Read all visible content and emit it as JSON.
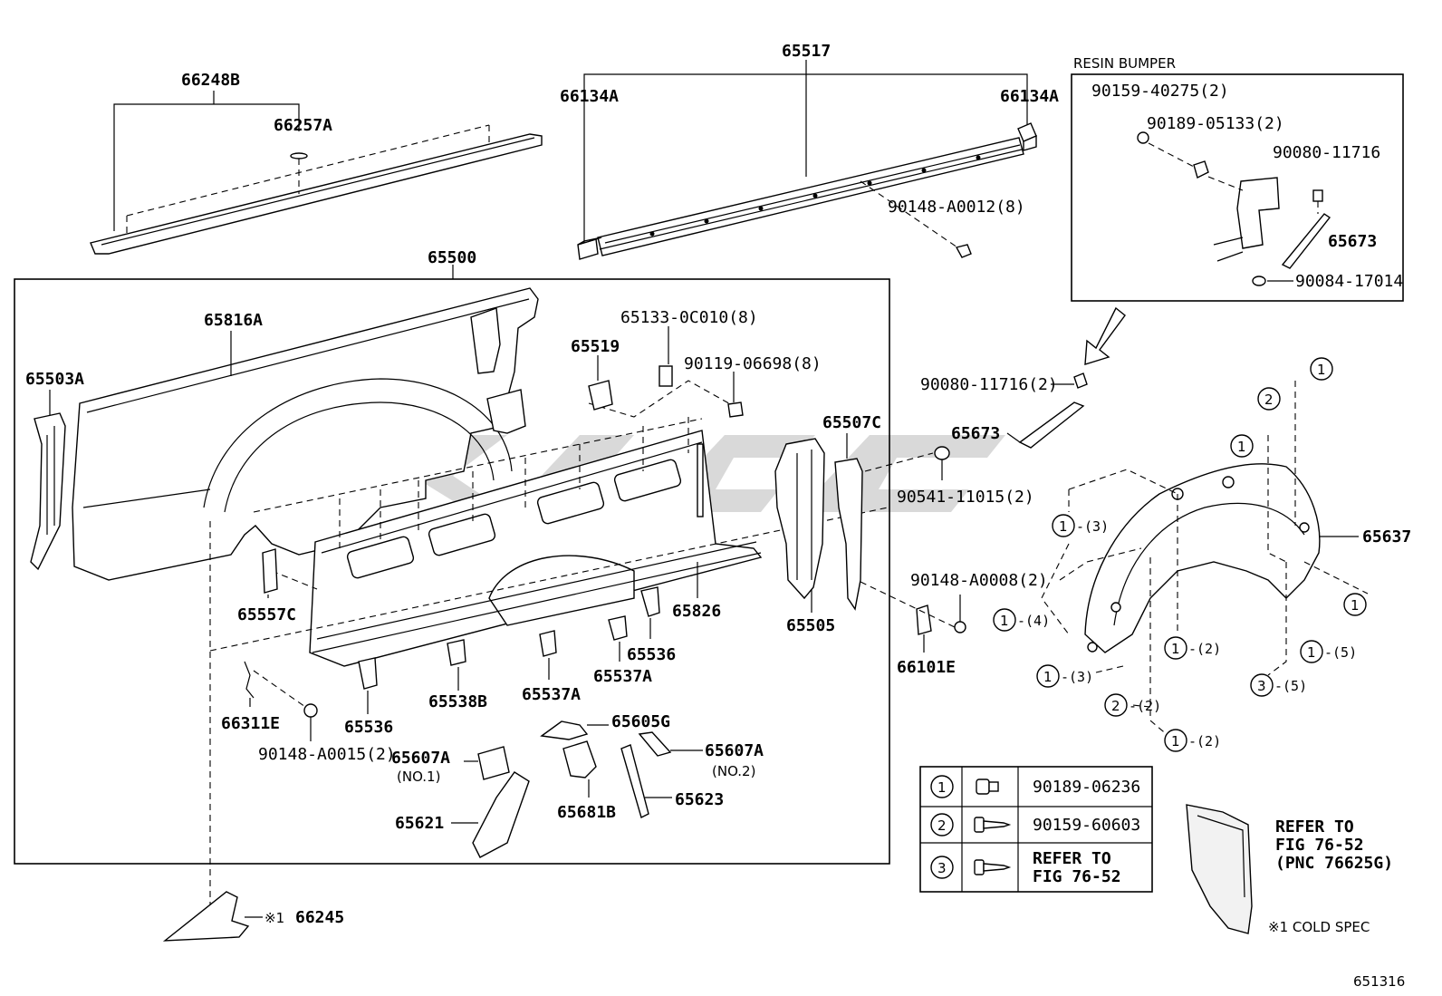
{
  "diagram": {
    "figure_number": "651316",
    "cold_spec_note": "※1 COLD SPEC",
    "resin_bumper_title": "RESIN BUMPER",
    "labels": {
      "p66248B": "66248B",
      "p66257A": "66257A",
      "p65517": "65517",
      "p66134A_l": "66134A",
      "p66134A_r": "66134A",
      "p90148_A0012": "90148-A0012(8)",
      "p65500": "65500",
      "p65816A": "65816A",
      "p65503A": "65503A",
      "p65133": "65133-0C010(8)",
      "p65519": "65519",
      "p90119": "90119-06698(8)",
      "p65507C": "65507C",
      "p90080_2": "90080-11716(2)",
      "p65673": "65673",
      "p90541": "90541-11015(2)",
      "p65557C": "65557C",
      "p65826": "65826",
      "p65505": "65505",
      "p90148_A0008": "90148-A0008(2)",
      "p66101E": "66101E",
      "p65536_r": "65536",
      "p65537A_r": "65537A",
      "p65537A_m": "65537A",
      "p65538B": "65538B",
      "p65536_l": "65536",
      "p66311E": "66311E",
      "p90148_A0015": "90148-A0015(2)",
      "p65605G": "65605G",
      "p65607A_1": "65607A",
      "no1": "(NO.1)",
      "p65607A_2": "65607A",
      "no2": "(NO.2)",
      "p65681B": "65681B",
      "p65623": "65623",
      "p65621": "65621",
      "p66245": "66245",
      "mark1": "※1",
      "rb_90159": "90159-40275(2)",
      "rb_90189": "90189-05133(2)",
      "rb_90080": "90080-11716",
      "rb_65673": "65673",
      "rb_90084": "90084-17014",
      "p65637": "65637",
      "c1": "1",
      "c2": "2",
      "c3": "3",
      "s3": "-(3)",
      "s4": "-(4)",
      "s2": "-(2)",
      "s5": "-(5)"
    },
    "legend": [
      {
        "num": "1",
        "part": "90189-06236"
      },
      {
        "num": "2",
        "part": "90159-60603"
      },
      {
        "num": "3",
        "line1": "REFER TO",
        "line2": "FIG 76-52"
      }
    ],
    "refer_note": {
      "line1": "REFER TO",
      "line2": "FIG 76-52",
      "line3": "(PNC 76625G)"
    }
  }
}
